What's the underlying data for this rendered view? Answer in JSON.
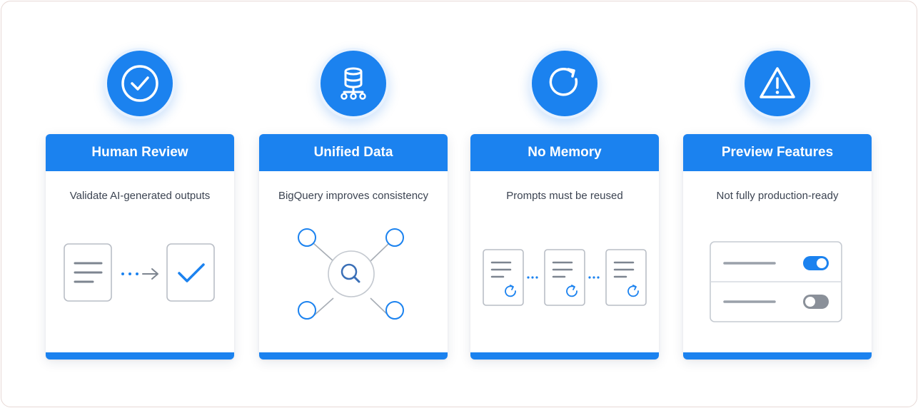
{
  "colors": {
    "accent": "#1b82ef",
    "badge_ring": "#e8f2fe",
    "text": "#3c4452",
    "icon_gray": "#7d8590"
  },
  "cards": [
    {
      "title": "Human Review",
      "subtitle": "Validate AI-generated outputs",
      "icon": "check-circle-icon"
    },
    {
      "title": "Unified Data",
      "subtitle": "BigQuery improves consistency",
      "icon": "database-network-icon"
    },
    {
      "title": "No Memory",
      "subtitle": "Prompts must be reused",
      "icon": "refresh-icon"
    },
    {
      "title": "Preview Features",
      "subtitle": "Not fully production-ready",
      "icon": "warning-triangle-icon"
    }
  ],
  "preview_toggles": [
    {
      "state": "on"
    },
    {
      "state": "off"
    }
  ]
}
